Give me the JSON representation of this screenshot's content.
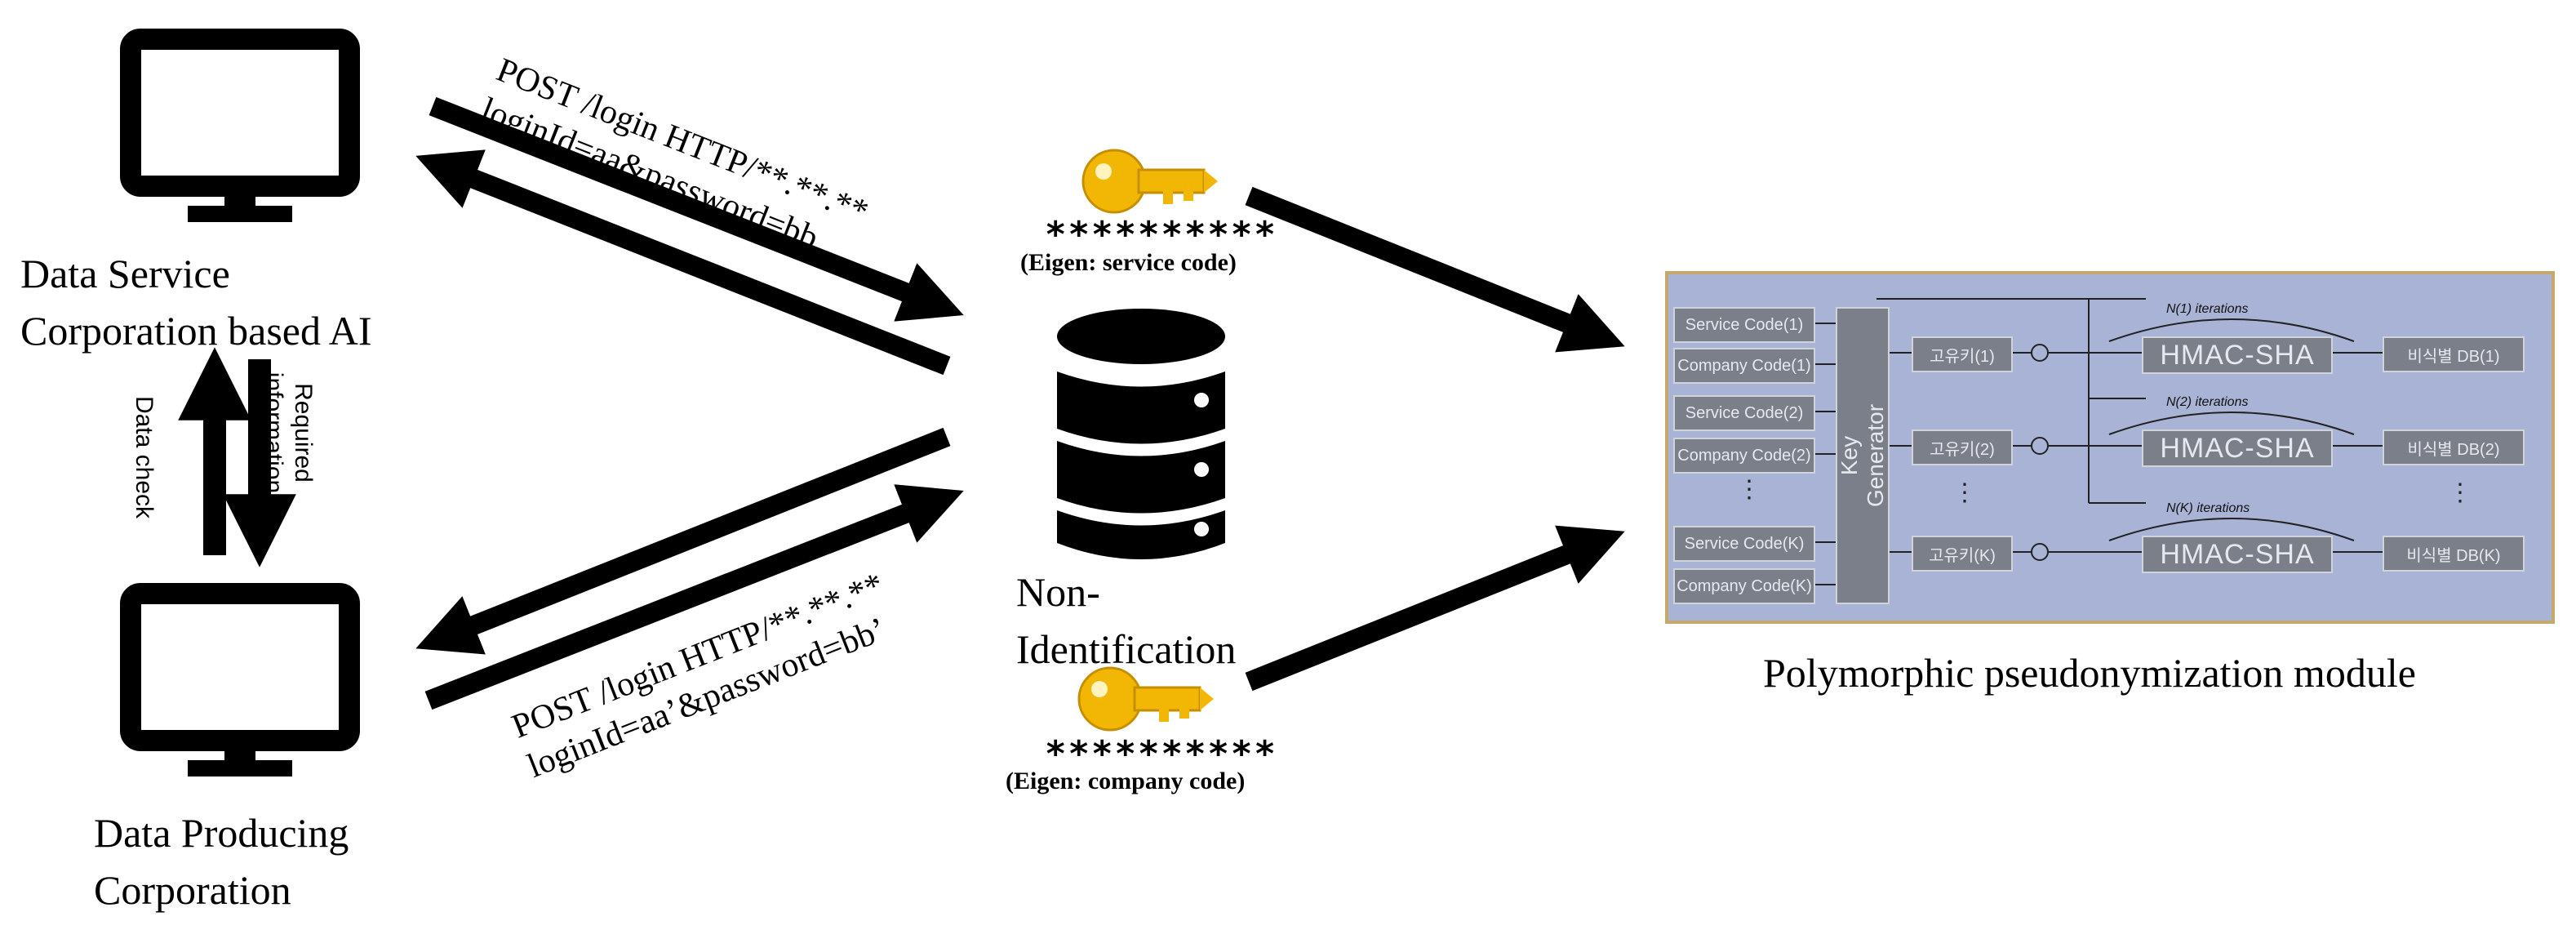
{
  "top_corp": {
    "label_line1": "Data Service",
    "label_line2": "Corporation based AI"
  },
  "bottom_corp": {
    "label_line1": "Data Producing",
    "label_line2": "Corporation"
  },
  "vertical_flow": {
    "down_label_line1": "Required",
    "down_label_line2": "information",
    "up_label": "Data check"
  },
  "top_request": {
    "line1": "POST /login HTTP/**.**.**",
    "line2": "loginId=aa&password=bb"
  },
  "bottom_request": {
    "line1": "POST /login HTTP/**.**.**",
    "line2": "loginId=aa’&password=bb’"
  },
  "service_key": {
    "stars": "**********",
    "note": "(Eigen: service code)"
  },
  "company_key": {
    "stars": "**********",
    "note": "(Eigen: company code)"
  },
  "database": {
    "label_line1": "Non-",
    "label_line2": "Identification"
  },
  "module": {
    "title": "Polymorphic pseudonymization module",
    "service_code_1": "Service Code(1)",
    "company_code_1": "Company Code(1)",
    "service_code_2": "Service Code(2)",
    "company_code_2": "Company Code(2)",
    "service_code_k": "Service Code(K)",
    "company_code_k": "Company Code(K)",
    "key_generator_line1": "Key",
    "key_generator_line2": "Generator",
    "key_1": "고유키(1)",
    "key_2": "고유키(2)",
    "key_k": "고유키(K)",
    "hmac_label": "HMAC-SHA",
    "iterations_1": "N(1) iterations",
    "iterations_2": "N(2) iterations",
    "iterations_k": "N(K) iterations",
    "db_1": "비식별 DB(1)",
    "db_2": "비식별 DB(2)",
    "db_k": "비식별 DB(K)",
    "ellipsis": "⋮"
  },
  "colors": {
    "key_gold": "#f2b705",
    "module_bg": "#a9b3d6",
    "module_box": "#7b7f8a"
  }
}
